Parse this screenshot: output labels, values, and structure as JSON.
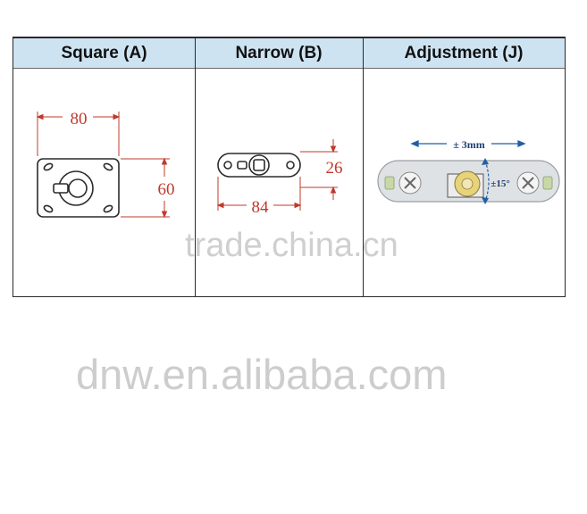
{
  "table": {
    "columns": [
      {
        "title": "Square (A)"
      },
      {
        "title": "Narrow (B)"
      },
      {
        "title": "Adjustment (J)"
      }
    ]
  },
  "square": {
    "width_label": "80",
    "height_label": "60"
  },
  "narrow": {
    "width_label": "84",
    "height_label": "26"
  },
  "adjustment": {
    "horizontal_label": "± 3mm",
    "angle_label": "±15°"
  },
  "watermarks": {
    "primary": "trade.china.cn",
    "secondary": "dnw.en.alibaba.com"
  },
  "colors": {
    "header_bg": "#cde3f1",
    "dimension_red": "#c0392b",
    "arrow_blue": "#1f5fa8"
  }
}
